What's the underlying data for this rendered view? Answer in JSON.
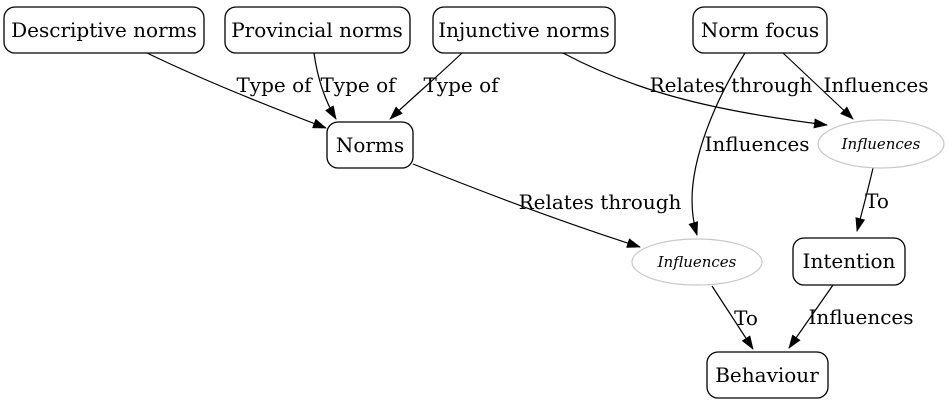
{
  "diagram": {
    "type": "directed-graph",
    "background": "#ffffff",
    "colors": {
      "box_border": "#000000",
      "ellipse_border": "#c8c8c8",
      "edge": "#000000",
      "text": "#000000"
    },
    "nodes": [
      {
        "id": "descriptive-norms",
        "label": "Descriptive norms",
        "shape": "box"
      },
      {
        "id": "provincial-norms",
        "label": "Provincial norms",
        "shape": "box"
      },
      {
        "id": "injunctive-norms",
        "label": "Injunctive norms",
        "shape": "box"
      },
      {
        "id": "norm-focus",
        "label": "Norm focus",
        "shape": "box"
      },
      {
        "id": "norms",
        "label": "Norms",
        "shape": "box"
      },
      {
        "id": "influences-right",
        "label": "Influences",
        "shape": "ellipse"
      },
      {
        "id": "influences-lower",
        "label": "Influences",
        "shape": "ellipse"
      },
      {
        "id": "intention",
        "label": "Intention",
        "shape": "box"
      },
      {
        "id": "behaviour",
        "label": "Behaviour",
        "shape": "box"
      }
    ],
    "edges": [
      {
        "from": "descriptive-norms",
        "to": "norms",
        "label": "Type of"
      },
      {
        "from": "provincial-norms",
        "to": "norms",
        "label": "Type of"
      },
      {
        "from": "injunctive-norms",
        "to": "norms",
        "label": "Type of"
      },
      {
        "from": "injunctive-norms",
        "to": "influences-right",
        "label": "Relates through"
      },
      {
        "from": "norm-focus",
        "to": "influences-lower",
        "label": "Influences"
      },
      {
        "from": "norm-focus",
        "to": "influences-right",
        "label": "Influences"
      },
      {
        "from": "norms",
        "to": "influences-lower",
        "label": "Relates through"
      },
      {
        "from": "influences-right",
        "to": "intention",
        "label": "To"
      },
      {
        "from": "influences-lower",
        "to": "behaviour",
        "label": "To"
      },
      {
        "from": "intention",
        "to": "behaviour",
        "label": "Influences"
      }
    ]
  }
}
